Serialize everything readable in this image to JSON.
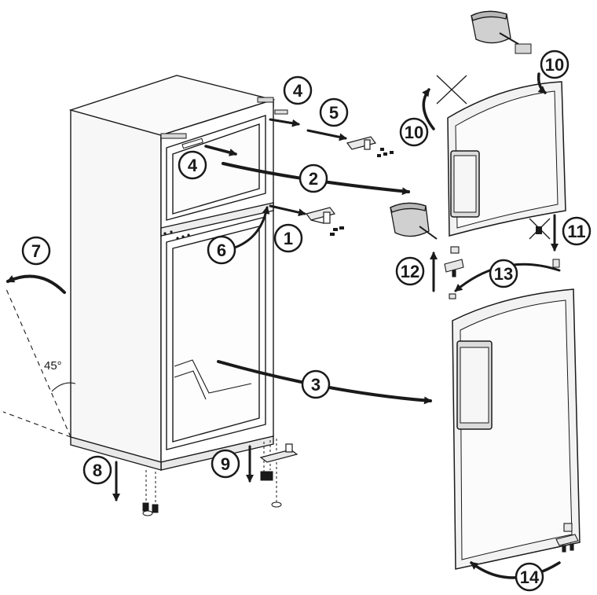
{
  "diagram": {
    "angle_label": "45°",
    "steps": [
      {
        "label": "1"
      },
      {
        "label": "2"
      },
      {
        "label": "3"
      },
      {
        "label": "4"
      },
      {
        "label": "4"
      },
      {
        "label": "5"
      },
      {
        "label": "6"
      },
      {
        "label": "7"
      },
      {
        "label": "8"
      },
      {
        "label": "9"
      },
      {
        "label": "10"
      },
      {
        "label": "10"
      },
      {
        "label": "11"
      },
      {
        "label": "12"
      },
      {
        "label": "13"
      },
      {
        "label": "14"
      }
    ]
  }
}
